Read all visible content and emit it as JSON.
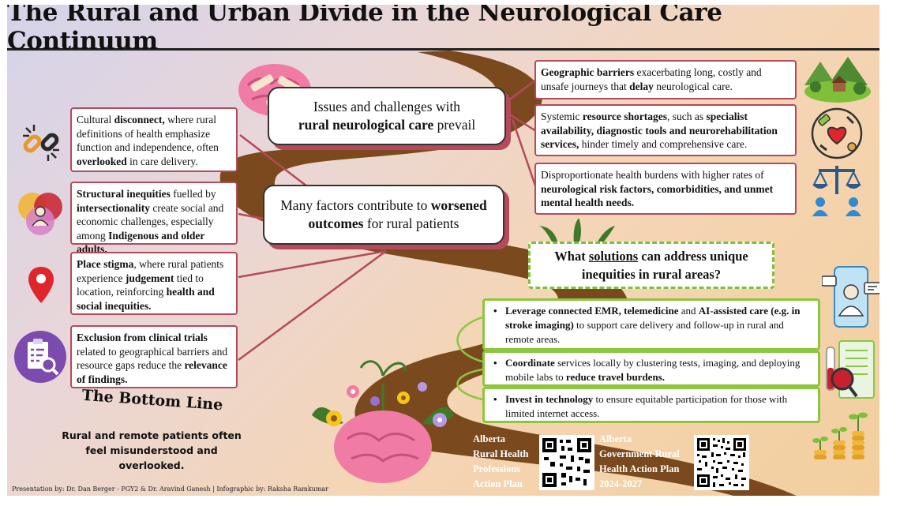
{
  "title": "The Rural and Urban Divide in the Neurological Care Continuum",
  "hub_issues": {
    "line1": "Issues and challenges with",
    "line2_bold": "rural neurological care",
    "line2_rest": " prevail"
  },
  "hub_factors": {
    "line1_pre": "Many factors contribute to ",
    "line1_bold": "worsened",
    "line2_bold": "outcomes",
    "line2_rest": " for rural patients"
  },
  "left_boxes": [
    {
      "id": "cultural",
      "parts": [
        "Cultural ",
        "disconnect,",
        " where rural definitions of health emphasize function and independence, often ",
        "overlooked",
        " in care delivery."
      ]
    },
    {
      "id": "structural",
      "parts": [
        "Structural inequities",
        " fuelled by ",
        "intersectionality",
        " create social and economic challenges, especially among ",
        "Indigenous and older adults."
      ]
    },
    {
      "id": "stigma",
      "parts": [
        "Place stigma",
        ", where rural patients experience ",
        "judgement",
        " tied to location, reinforcing ",
        "health and social inequities."
      ]
    },
    {
      "id": "trials",
      "parts": [
        "Exclusion from clinical trials",
        " related to geographical barriers and resource gaps reduce the ",
        "relevance of findings."
      ]
    }
  ],
  "right_boxes": [
    {
      "id": "geographic",
      "parts": [
        "Geographic barriers",
        " exacerbating long, costly and unsafe journeys that ",
        "delay",
        " neurological care."
      ]
    },
    {
      "id": "systemic",
      "parts": [
        "Systemic ",
        "resource shortages",
        ", such as ",
        "specialist availability, diagnostic tools and neurorehabilitation services,",
        " hinder timely and comprehensive care."
      ]
    },
    {
      "id": "burden",
      "parts": [
        "Disproportionate health burdens with higher rates of ",
        "neurological risk factors, comorbidities, and unmet mental health needs."
      ]
    }
  ],
  "solutions_question": {
    "pre": "What ",
    "underlined": "solutions",
    "post": " can address unique",
    "line2": "inequities in rural areas?"
  },
  "solutions": [
    {
      "id": "emr",
      "parts": [
        "Leverage connected EMR, telemedicine",
        " and ",
        "AI-assisted care (e.g. in stroke imaging)",
        " to support care delivery and follow-up in rural and remote areas."
      ]
    },
    {
      "id": "coordinate",
      "parts": [
        "Coordinate",
        " services locally by clustering tests, imaging, and deploying mobile labs to ",
        "reduce travel burdens."
      ]
    },
    {
      "id": "invest",
      "parts": [
        "Invest in technology",
        " to ensure equitable participation for those with limited internet access."
      ]
    }
  ],
  "bottom_line": {
    "title": "The Bottom Line",
    "text": "Rural and remote patients often feel misunderstood and overlooked."
  },
  "credits": "Presentation by: Dr. Dan Berger - PGY2 & Dr. Aravind Ganesh | Infographic by: Raksha Ramkumar",
  "qr_labels": [
    {
      "lines": [
        "Alberta",
        "Rural Health",
        "Professions",
        "Action Plan"
      ]
    },
    {
      "lines": [
        "Alberta",
        "Government Rural",
        "Health Action Plan",
        "2024-2027"
      ]
    }
  ],
  "icons": [
    "broken-chain-icon",
    "intersectionality-icon",
    "location-pin-icon",
    "clipboard-search-icon",
    "village-icon",
    "healthcare-circle-icon",
    "scales-icon",
    "telemedicine-phone-icon",
    "lab-results-icon",
    "coin-plants-icon",
    "brain-bandaged-icon",
    "brain-flowers-icon"
  ],
  "colors": {
    "accent_red": "#b44a5a",
    "accent_green": "#8cc63f",
    "road_brown": "#7a4a1e",
    "purple": "#7b4bb0"
  }
}
